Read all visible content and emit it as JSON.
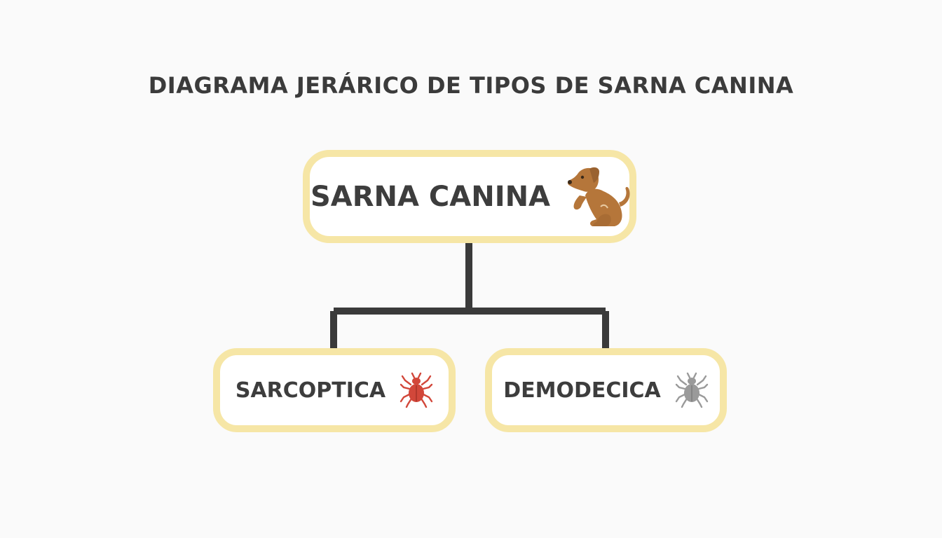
{
  "diagram": {
    "title": "DIAGRAMA JERÁRICO DE TIPOS DE SARNA CANINA",
    "root": {
      "label": "SARNA CANINA",
      "icon": "dog-icon"
    },
    "children": [
      {
        "label": "SARCOPTICA",
        "icon": "mite-icon",
        "icon_color": "#d2473a"
      },
      {
        "label": "DEMODECICA",
        "icon": "mite-icon",
        "icon_color": "#9a9a9a"
      }
    ]
  },
  "colors": {
    "background": "#fafafa",
    "node_border": "#f6e6a6",
    "node_fill": "#ffffff",
    "connector": "#3a3a3a",
    "text": "#3d3d3d",
    "dog": "#b5763a"
  }
}
